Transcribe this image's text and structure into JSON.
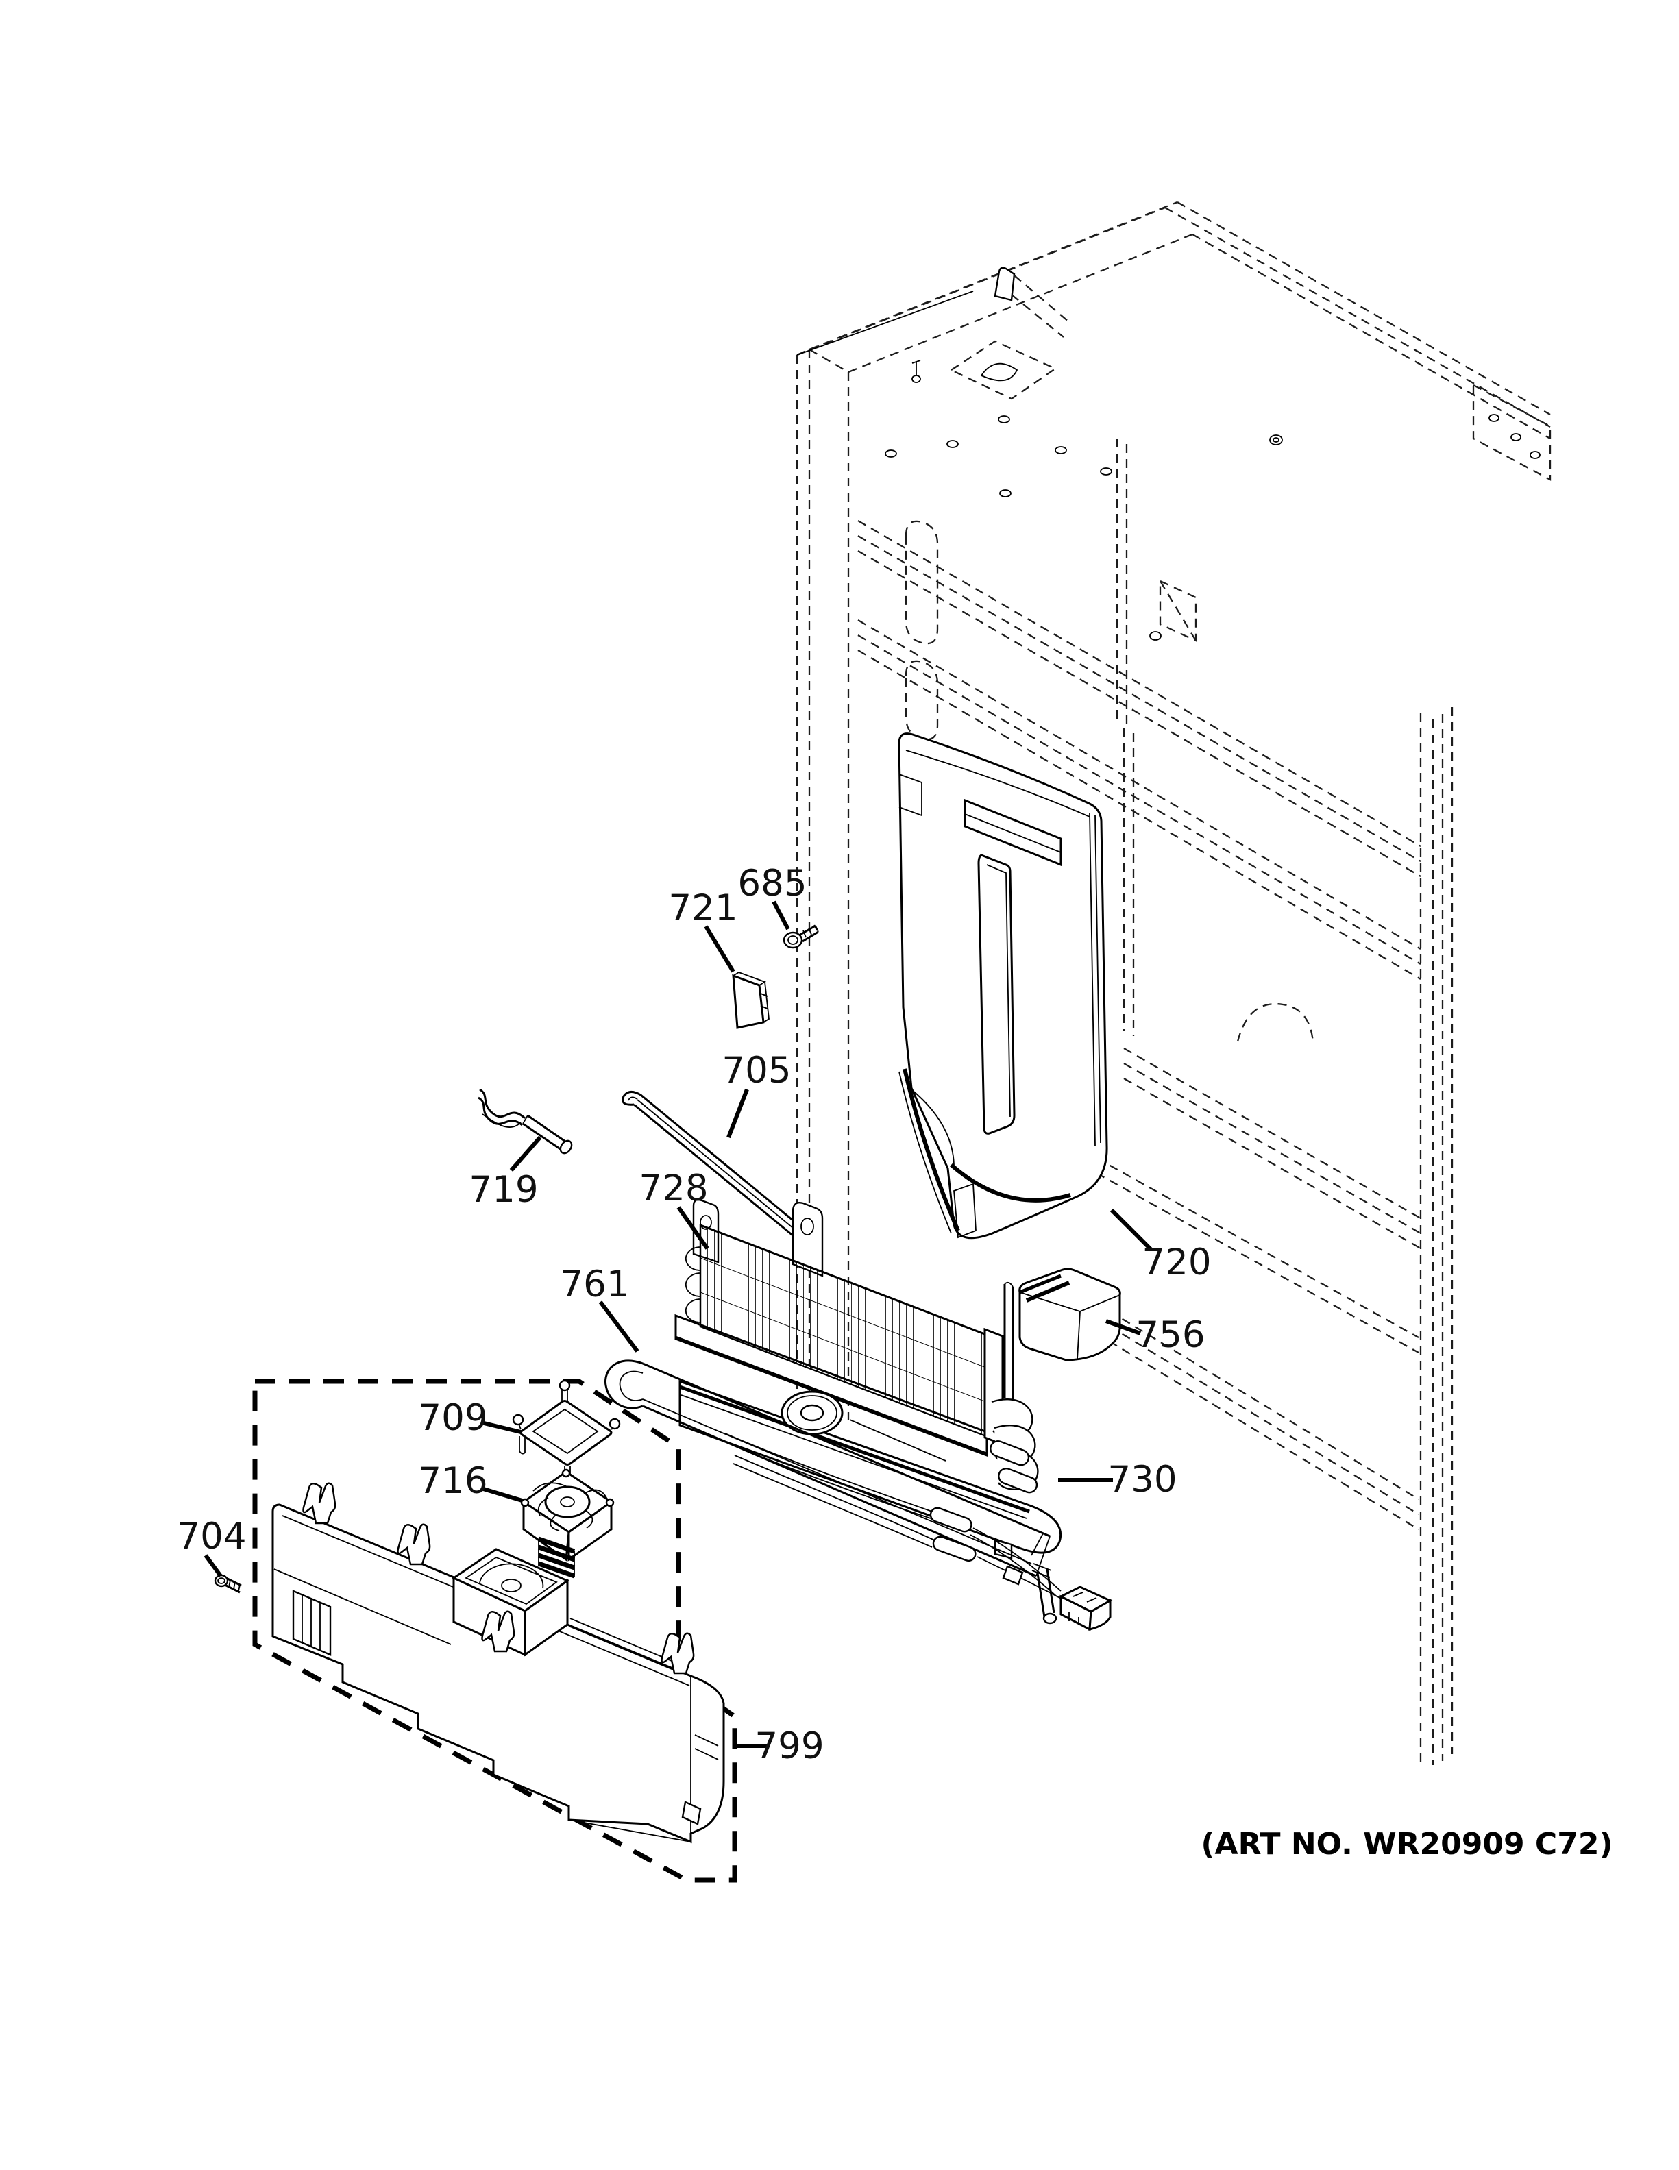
{
  "diagram": {
    "art_number": "(ART NO. WR20909 C72)",
    "colors": {
      "ink": "#000000",
      "paper": "#ffffff"
    },
    "callouts": [
      {
        "id": "685",
        "label": "685"
      },
      {
        "id": "721",
        "label": "721"
      },
      {
        "id": "705",
        "label": "705"
      },
      {
        "id": "719",
        "label": "719"
      },
      {
        "id": "728",
        "label": "728"
      },
      {
        "id": "761",
        "label": "761"
      },
      {
        "id": "709",
        "label": "709"
      },
      {
        "id": "716",
        "label": "716"
      },
      {
        "id": "704",
        "label": "704"
      },
      {
        "id": "720",
        "label": "720"
      },
      {
        "id": "756",
        "label": "756"
      },
      {
        "id": "730",
        "label": "730"
      },
      {
        "id": "799",
        "label": "799"
      }
    ]
  }
}
